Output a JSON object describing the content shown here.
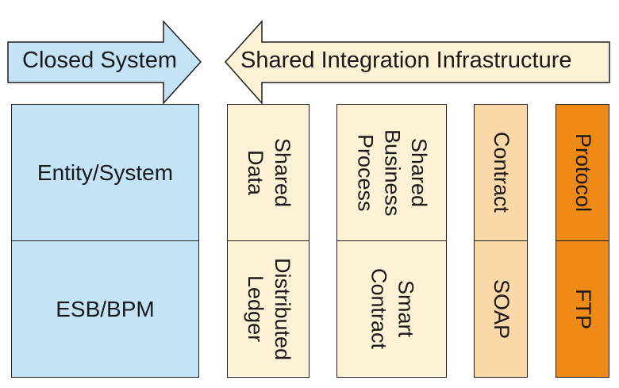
{
  "arrows": {
    "left_label": "Closed System",
    "right_label": "Shared Integration Infrastructure"
  },
  "left_column": {
    "top": "Entity/System",
    "bottom": "ESB/BPM"
  },
  "columns": [
    {
      "top": "Shared\nData",
      "bottom": "Distributed\nLedger"
    },
    {
      "top": "Shared\nBusiness\nProcess",
      "bottom": "Smart\nContract"
    },
    {
      "top": "Contract",
      "bottom": "SOAP"
    },
    {
      "top": "Protocol",
      "bottom": "FTP"
    }
  ],
  "colors": {
    "blue": "#c4e3f6",
    "cream": "#fdf2d5",
    "peach": "#fbd8a8",
    "orange": "#ef8a17"
  }
}
